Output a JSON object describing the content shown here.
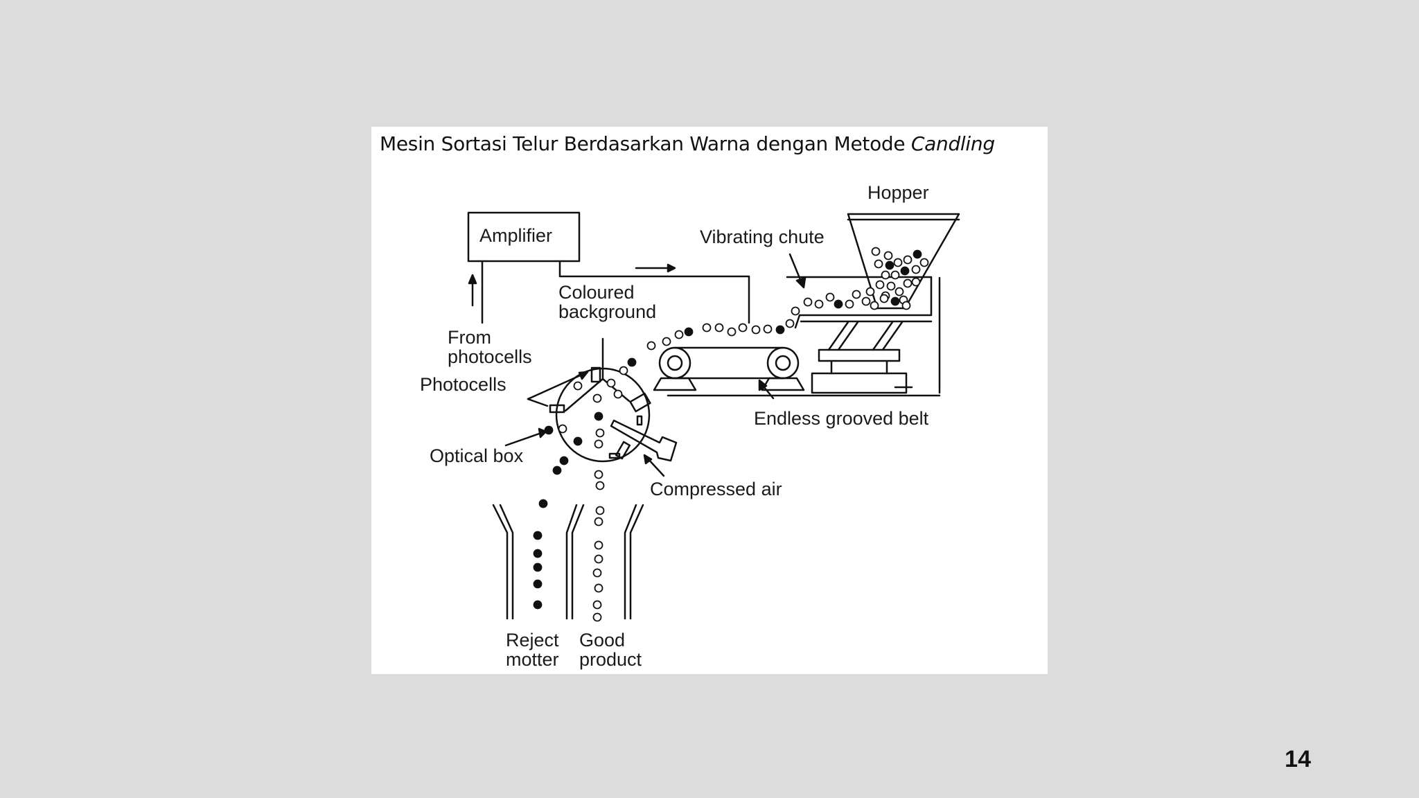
{
  "slide": {
    "page_number": "14"
  },
  "figure": {
    "title_main": "Mesin Sortasi Telur Berdasarkan Warna dengan Metode ",
    "title_italic": "Candling",
    "labels": {
      "hopper": "Hopper",
      "amplifier": "Amplifier",
      "vibrating_chute": "Vibrating chute",
      "coloured_1": "Coloured",
      "coloured_2": "background",
      "from_1": "From",
      "from_2": "photocells",
      "photocells": "Photocells",
      "optical_box": "Optical box",
      "compressed_air": "Compressed air",
      "endless_belt": "Endless grooved belt",
      "reject_1": "Reject",
      "reject_2": "motter",
      "good_1": "Good",
      "good_2": "product"
    }
  }
}
